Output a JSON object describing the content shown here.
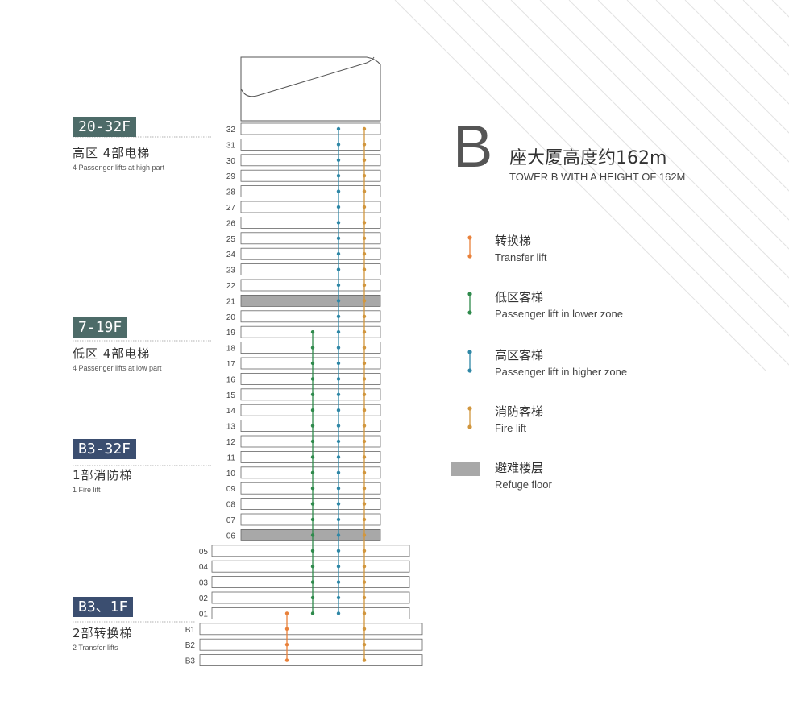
{
  "tower": {
    "letter": "B",
    "title_cn": "座大厦高度约162m",
    "title_en": "TOWER B WITH A HEIGHT OF 162M"
  },
  "zones": [
    {
      "tag": "20-32F",
      "cn": "高区 4部电梯",
      "en": "4 Passenger lifts at high part",
      "color": "#4d6b68"
    },
    {
      "tag": "7-19F",
      "cn": "低区 4部电梯",
      "en": "4 Passenger lifts at low part",
      "color": "#4d6b68"
    },
    {
      "tag": "B3-32F",
      "cn": "1部消防梯",
      "en": "1 Fire lift",
      "color": "#3b4e70"
    },
    {
      "tag": "B3、1F",
      "cn": "2部转换梯",
      "en": "2 Transfer lifts",
      "color": "#3b4e70"
    }
  ],
  "floors": [
    "32",
    "31",
    "30",
    "29",
    "28",
    "27",
    "26",
    "25",
    "24",
    "23",
    "22",
    "21",
    "20",
    "19",
    "18",
    "17",
    "16",
    "15",
    "14",
    "13",
    "12",
    "11",
    "10",
    "09",
    "08",
    "07",
    "06",
    "05",
    "04",
    "03",
    "02",
    "01",
    "B1",
    "B2",
    "B3"
  ],
  "refuge_floors": [
    "21",
    "06"
  ],
  "legend": [
    {
      "key": "transfer",
      "cn": "转换梯",
      "en": "Transfer lift",
      "color": "#e9813a"
    },
    {
      "key": "low",
      "cn": "低区客梯",
      "en": "Passenger lift in lower zone",
      "color": "#2f8a4c"
    },
    {
      "key": "high",
      "cn": "高区客梯",
      "en": "Passenger lift in higher zone",
      "color": "#2f87a6"
    },
    {
      "key": "fire",
      "cn": "消防客梯",
      "en": "Fire lift",
      "color": "#d1963d"
    },
    {
      "key": "refuge",
      "cn": "避难楼层",
      "en": "Refuge floor",
      "color": "#a8a8a8"
    }
  ],
  "lifts": [
    {
      "key": "high",
      "from": "32",
      "to": "01",
      "color": "#2f87a6"
    },
    {
      "key": "low",
      "from": "19",
      "to": "01",
      "color": "#2f8a4c"
    },
    {
      "key": "fire",
      "from": "32",
      "to": "B3",
      "color": "#d1963d"
    },
    {
      "key": "transfer",
      "from": "01",
      "to": "B3",
      "color": "#e9813a"
    }
  ]
}
